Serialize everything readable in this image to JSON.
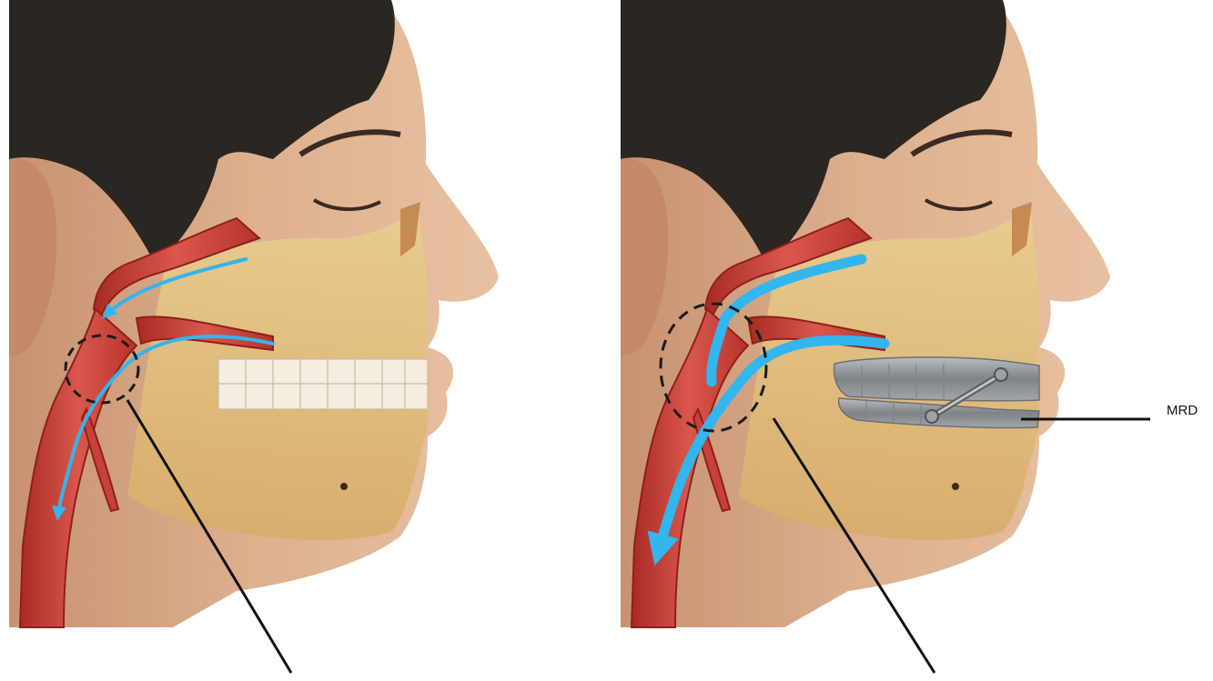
{
  "figure": {
    "panels": [
      {
        "id": "left",
        "device": false,
        "airway": "narrowed"
      },
      {
        "id": "right",
        "device": true,
        "airway": "widened"
      }
    ],
    "device_label": "MRD",
    "colors": {
      "airway_wall": "#b8302b",
      "airway_fill": "#d9524a",
      "airflow": "#33b5ee",
      "skin": "#d8a682",
      "hair": "#2a2622",
      "bone": "#ddb877",
      "device": "#8a8e93",
      "marker_circle": "#1a1a1a"
    }
  }
}
